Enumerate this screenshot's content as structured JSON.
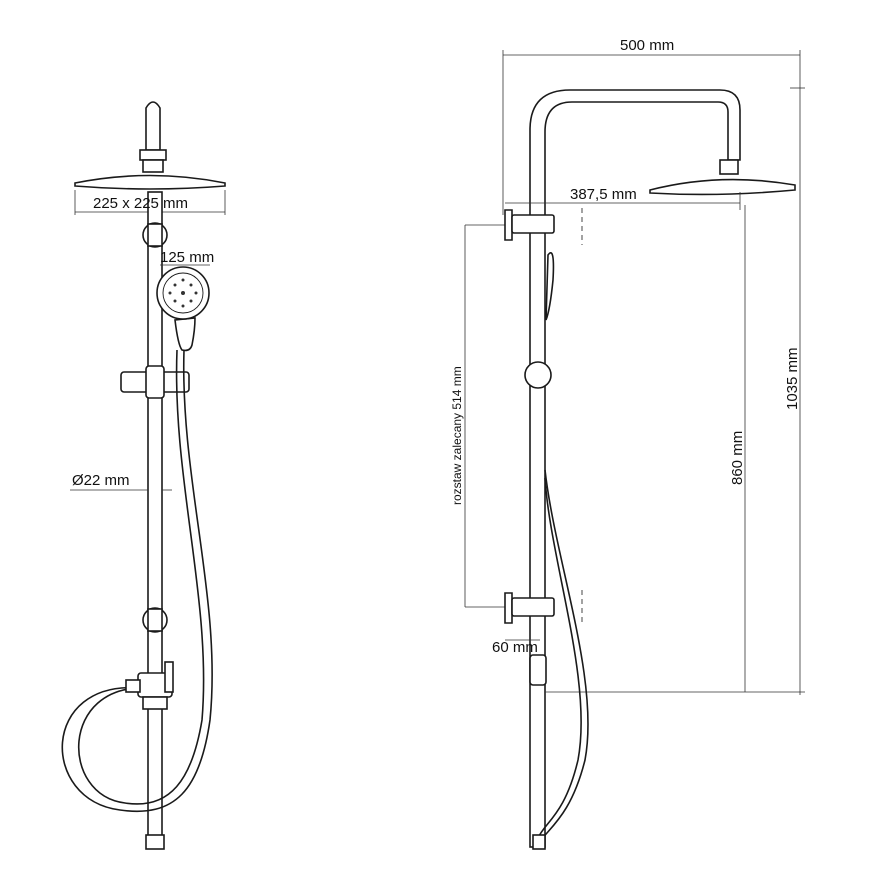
{
  "dimensions": {
    "head_size": "225 x 225 mm",
    "hand_shower_diameter": "125 mm",
    "rail_diameter": "Ø22 mm",
    "total_width": "500 mm",
    "arm_reach": "387,5 mm",
    "recommended_spacing": "rozstaw zalecany 514 mm",
    "bracket_depth": "60 mm",
    "height_860": "860 mm",
    "height_1035": "1035 mm"
  }
}
